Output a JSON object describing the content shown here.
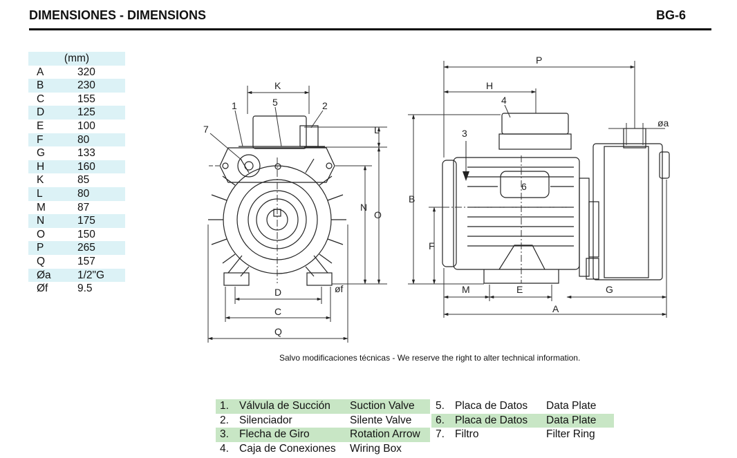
{
  "header": {
    "title": "DIMENSIONES - DIMENSIONS",
    "model": "BG-6"
  },
  "dimensions": {
    "unit_header": "(mm)",
    "rows": [
      {
        "key": "A",
        "value": "320"
      },
      {
        "key": "B",
        "value": "230"
      },
      {
        "key": "C",
        "value": "155"
      },
      {
        "key": "D",
        "value": "125"
      },
      {
        "key": "E",
        "value": "100"
      },
      {
        "key": "F",
        "value": "80"
      },
      {
        "key": "G",
        "value": "133"
      },
      {
        "key": "H",
        "value": "160"
      },
      {
        "key": "K",
        "value": "85"
      },
      {
        "key": "L",
        "value": "80"
      },
      {
        "key": "M",
        "value": "87"
      },
      {
        "key": "N",
        "value": "175"
      },
      {
        "key": "O",
        "value": "150"
      },
      {
        "key": "P",
        "value": "265"
      },
      {
        "key": "Q",
        "value": "157"
      },
      {
        "key": "Øa",
        "value": "1/2\"G"
      },
      {
        "key": "Øf",
        "value": "9.5"
      }
    ]
  },
  "drawing_labels": {
    "K": "K",
    "L": "L",
    "N": "N",
    "O": "O",
    "D": "D",
    "C": "C",
    "Q": "Q",
    "f": "øf",
    "c1": "1",
    "c2": "2",
    "c5": "5",
    "c7": "7",
    "P": "P",
    "H": "H",
    "B": "B",
    "F": "F",
    "M": "M",
    "E": "E",
    "G": "G",
    "A": "A",
    "a": "øa",
    "c3": "3",
    "c4": "4",
    "c6": "6"
  },
  "note": "Salvo modificaciones técnicas - We reserve the right to alter technical information.",
  "legend": [
    [
      {
        "num": "1.",
        "es": "Válvula de Succión",
        "en": "Suction Valve"
      },
      {
        "num": "5.",
        "es": "Placa de Datos",
        "en": "Data Plate"
      }
    ],
    [
      {
        "num": "2.",
        "es": "Silenciador",
        "en": "Silente Valve"
      },
      {
        "num": "6.",
        "es": "Placa de Datos",
        "en": "Data Plate"
      }
    ],
    [
      {
        "num": "3.",
        "es": "Flecha de Giro",
        "en": "Rotation Arrow"
      },
      {
        "num": "7.",
        "es": "Filtro",
        "en": "Filter Ring"
      }
    ],
    [
      {
        "num": "4.",
        "es": "Caja de Conexiones",
        "en": "Wiring Box"
      },
      {
        "num": "",
        "es": "",
        "en": ""
      }
    ]
  ],
  "colors": {
    "table_shade": "#dcf2f6",
    "legend_shade": "#c8e6c5",
    "line": "#222222"
  }
}
